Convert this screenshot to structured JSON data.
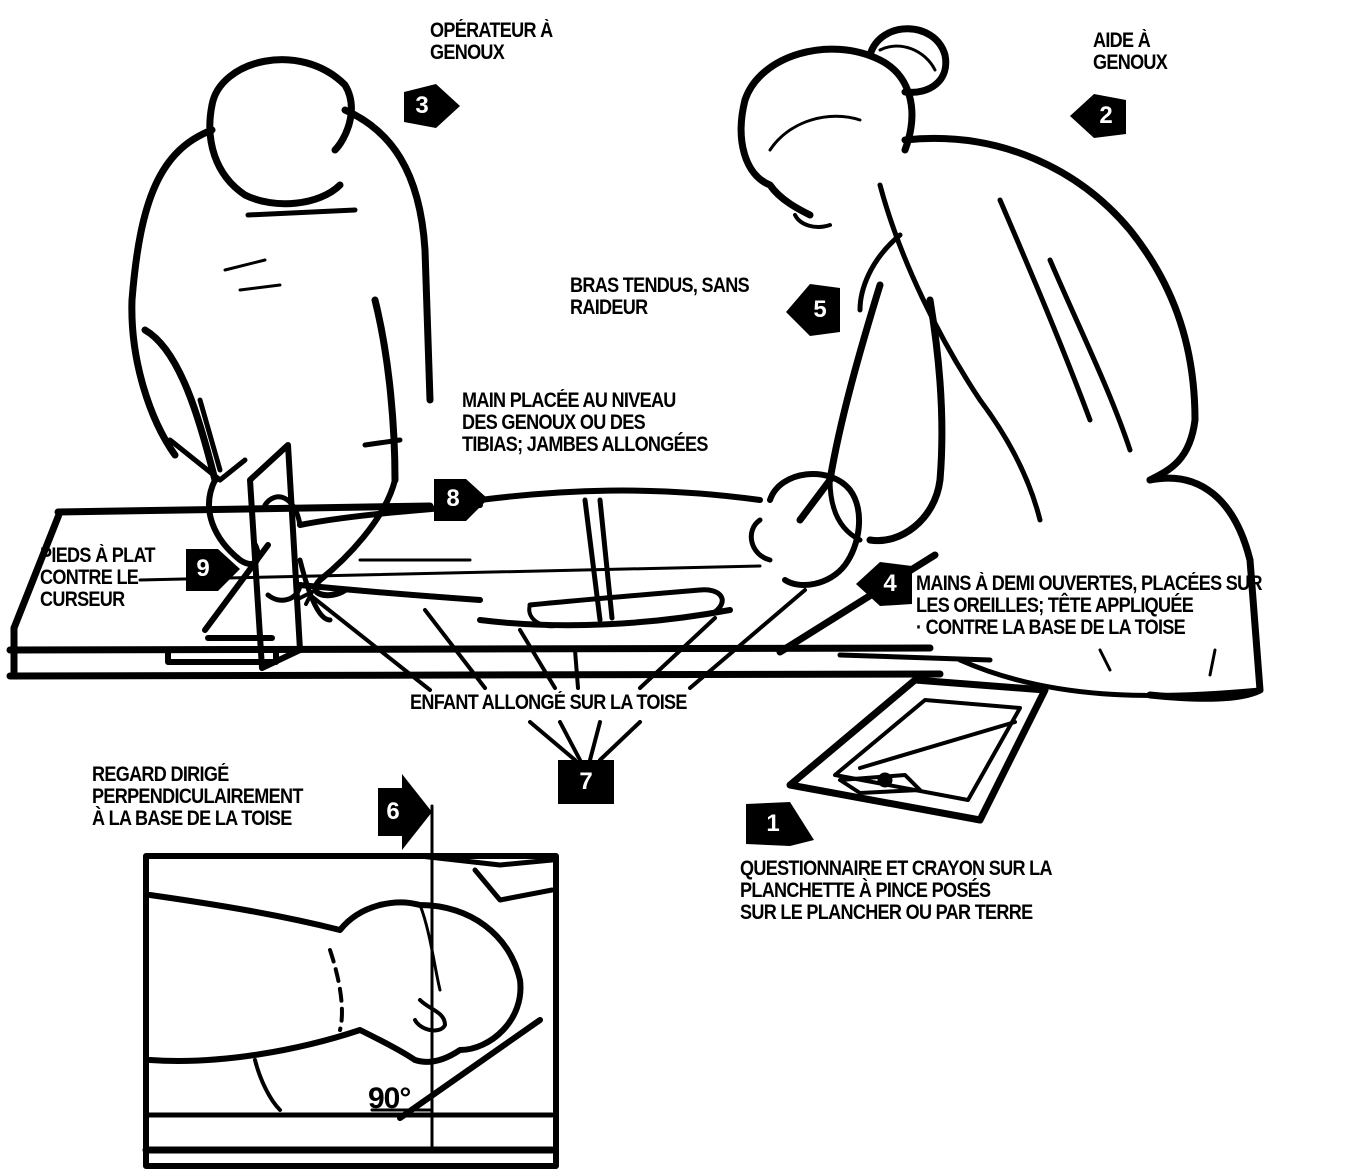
{
  "labels": {
    "operateur": [
      "OPÉRATEUR À",
      "GENOUX"
    ],
    "aide": [
      "AIDE À",
      "GENOUX"
    ],
    "bras": [
      "BRAS TENDUS, SANS",
      "RAIDEUR"
    ],
    "main": [
      "MAIN PLACÉE AU NIVEAU",
      "DES GENOUX OU DES",
      "TIBIAS; JAMBES ALLONGÉES"
    ],
    "pieds": [
      "PIEDS À PLAT",
      "CONTRE LE",
      "CURSEUR"
    ],
    "mains": [
      "MAINS À DEMI OUVERTES, PLACÉES SUR",
      "LES OREILLES; TÊTE APPLIQUÉE",
      "· CONTRE LA BASE DE LA TOISE"
    ],
    "enfant": "ENFANT ALLONGÉ SUR LA TOISE",
    "regard": [
      "REGARD DIRIGÉ",
      "PERPENDICULAIREMENT",
      "À LA BASE DE LA TOISE"
    ],
    "questionnaire": [
      "QUESTIONNAIRE ET CRAYON SUR LA",
      "PLANCHETTE À PINCE POSÉS",
      "SUR LE PLANCHER OU PAR TERRE"
    ]
  },
  "markers": {
    "m1": "1",
    "m2": "2",
    "m3": "3",
    "m4": "4",
    "m5": "5",
    "m6": "6",
    "m7": "7",
    "m8": "8",
    "m9": "9"
  },
  "angle_label": "90°"
}
